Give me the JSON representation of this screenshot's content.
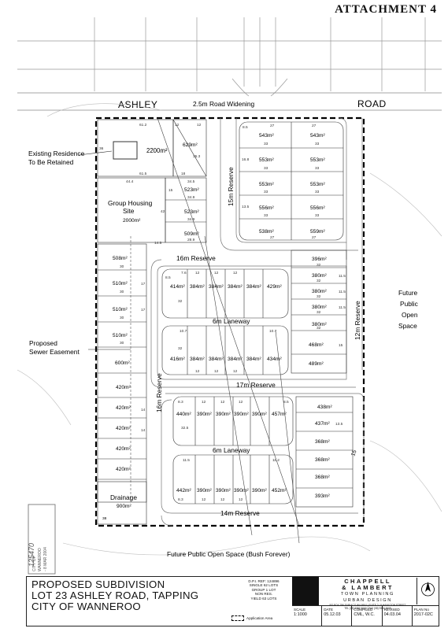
{
  "header": {
    "attachment": "ATTACHMENT 4"
  },
  "roads": {
    "ashley": "ASHLEY",
    "road": "ROAD",
    "widening": "2.5m Road Widening",
    "reserve_15": "15m Reserve",
    "reserve_16_top": "16m Reserve",
    "reserve_12": "12m Reserve",
    "laneway_a": "6m Laneway",
    "reserve_17": "17m Reserve",
    "reserve_16_side": "16m Reserve",
    "laneway_b": "6m Laneway",
    "reserve_14": "14m Reserve"
  },
  "labels": {
    "existing_residence": [
      "Existing Residence",
      "To Be Retained"
    ],
    "group_housing": [
      "Group Housing",
      "Site",
      "2000m²"
    ],
    "sewer": [
      "Proposed",
      "Sewer Easement"
    ],
    "drainage": [
      "Drainage",
      "900m²"
    ],
    "future_pos": [
      "Future",
      "Public",
      "Open",
      "Space"
    ],
    "bush_forever": "Future Public Open Space (Bush Forever)"
  },
  "lots": {
    "residence": "2200m²",
    "north_small": "629m²",
    "gh_column": [
      "523m²",
      "523m²",
      "509m²"
    ],
    "ne_left": [
      "543m²",
      "553m²",
      "553m²",
      "556m²",
      "538m²"
    ],
    "ne_right": [
      "543m²",
      "553m²",
      "553m²",
      "556m²",
      "559m²"
    ],
    "east_column": [
      "396m²",
      "380m²",
      "380m²",
      "380m²",
      "380m²",
      "468m²",
      "489m²"
    ],
    "west_column": [
      "508m²",
      "510m²",
      "510m²",
      "510m²",
      "600m²",
      "420m²",
      "420m²",
      "420m²",
      "420m²",
      "420m²"
    ],
    "block1_top": [
      "414m²",
      "384m²",
      "384m²",
      "384m²",
      "384m²",
      "429m²"
    ],
    "block1_bottom": [
      "416m²",
      "384m²",
      "384m²",
      "384m²",
      "384m²",
      "434m²"
    ],
    "block2_top": [
      "440m²",
      "390m²",
      "390m²",
      "390m²",
      "390m²",
      "457m²"
    ],
    "block2_bottom": [
      "442m²",
      "390m²",
      "390m²",
      "390m²",
      "390m²",
      "452m²"
    ],
    "block2_east": [
      "438m²",
      "437m²",
      "368m²",
      "368m²",
      "368m²",
      "393m²"
    ]
  },
  "dims": {
    "residence": [
      "61.2",
      "61.5",
      "36",
      "44.4"
    ],
    "residence_right": [
      "12",
      "8.5",
      "35.3",
      "18"
    ],
    "gh": [
      "34.5",
      "34.9",
      "34.9",
      "28.9",
      "14.5",
      "42",
      "15"
    ],
    "ne": [
      "27",
      "33",
      "33",
      "33",
      "33",
      "27",
      "8.5",
      "16.8",
      "13.5"
    ],
    "east": [
      "32",
      "11.5",
      "15"
    ],
    "west": [
      "30",
      "17",
      "14"
    ],
    "block1": [
      "7.6",
      "10.7",
      "12",
      "32",
      "8.5"
    ],
    "block2": [
      "8.3",
      "11.5",
      "12",
      "32.5",
      "11.2",
      "8.5",
      "13.5"
    ],
    "drain": [
      "30",
      "38"
    ]
  },
  "title_block": {
    "title": [
      "PROPOSED SUBDIVISION",
      "LOT 23 ASHLEY ROAD, TAPPING",
      "CITY OF WANNEROO"
    ],
    "ref": [
      "D.P.I. REF: 124896",
      "SINGLE 62 LOTS",
      "GROUP 1 LOT",
      "NON RES.",
      "YIELD 63 LOTS"
    ],
    "legend": "Application Area",
    "firm": [
      "CHAPPELL",
      "& LAMBERT",
      "TOWN PLANNING",
      "URBAN DESIGN"
    ],
    "firm_small": [
      "PO BOX 796 SUBIACO WA 6904 | SUITE 2 / 8 HAMILTON STREET",
      "TEL (08) 9382 3000 | FAX (08) 9382 3005"
    ],
    "cells": [
      {
        "label": "SCALE",
        "value": "1:1000"
      },
      {
        "label": "DATE",
        "value": "05.12.03"
      },
      {
        "label": "COMPILED",
        "value": "CML, W.C."
      },
      {
        "label": "REVISED",
        "value": "04.03.04"
      },
      {
        "label": "PLAN No",
        "value": "2017-02C"
      }
    ]
  },
  "stamp": {
    "text": [
      "CITY OF",
      "WANNEROO",
      "- 8 MAR 2004"
    ],
    "number": "125470"
  }
}
